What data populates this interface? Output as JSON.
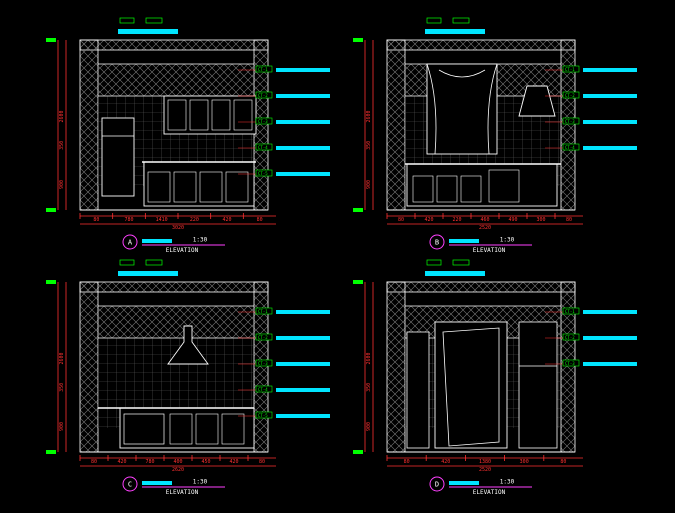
{
  "colors": {
    "background": "#000000",
    "outline": "#ffffff",
    "dimension": "#ff3030",
    "tag": "#00ff00",
    "leader_bar": "#00e5ff",
    "hatch": "#8a8a8a",
    "tile": "#6e6e6e",
    "sheet_underline": "#ff40ff",
    "marker_circle": "#ff40ff"
  },
  "elevations": [
    {
      "letter": "A",
      "title": "ELEVATION",
      "scale": "1:30",
      "top_dims": [
        "80",
        "780",
        "1410",
        "220",
        "420",
        "80"
      ],
      "total_dim": "3020",
      "side_dims": [
        "2600",
        "350",
        "900"
      ],
      "tags": [
        "CT-1",
        "CT-2",
        "CT-3",
        "CT-4",
        "CT-5"
      ],
      "fixtures": [
        "refrigerator",
        "upper-cabinets",
        "base-cabinets"
      ]
    },
    {
      "letter": "B",
      "title": "ELEVATION",
      "scale": "1:30",
      "top_dims": [
        "80",
        "420",
        "220",
        "460",
        "490",
        "300",
        "80"
      ],
      "total_dim": "2520",
      "side_dims": [
        "2600",
        "350",
        "900"
      ],
      "tags": [
        "CT-1",
        "CT-2",
        "CT-3",
        "CT-4"
      ],
      "fixtures": [
        "curtained-window",
        "range-hood",
        "base-cabinets"
      ]
    },
    {
      "letter": "C",
      "title": "ELEVATION",
      "scale": "1:30",
      "top_dims": [
        "80",
        "420",
        "780",
        "400",
        "450",
        "420",
        "80"
      ],
      "total_dim": "2620",
      "side_dims": [
        "2600",
        "350",
        "900"
      ],
      "tags": [
        "CT-1",
        "CT-2",
        "CT-3",
        "CT-4",
        "CT-5"
      ],
      "fixtures": [
        "range-hood",
        "oven",
        "base-cabinets"
      ]
    },
    {
      "letter": "D",
      "title": "ELEVATION",
      "scale": "1:30",
      "top_dims": [
        "80",
        "420",
        "1380",
        "300",
        "80"
      ],
      "total_dim": "2520",
      "side_dims": [
        "2600",
        "350",
        "900"
      ],
      "tags": [
        "CT-1",
        "CT-2",
        "CT-3"
      ],
      "fixtures": [
        "door-opening",
        "cabinet",
        "shelf"
      ]
    }
  ]
}
